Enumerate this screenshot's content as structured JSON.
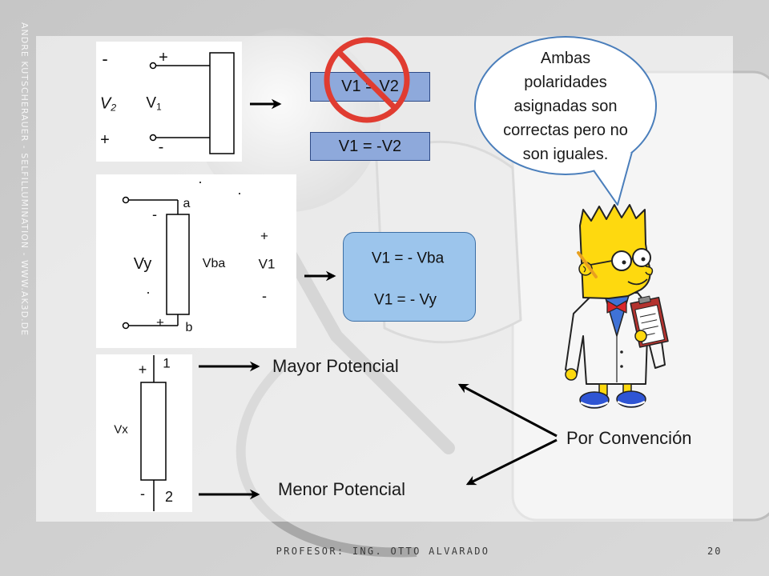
{
  "slide": {
    "side_credit": "ANDRE KUTSCHERAUER - SELFILLUMINATION - WWW.AK3D.DE",
    "footer_text": "PROFESOR: ING. OTTO ALVARADO",
    "page_number": "20"
  },
  "circuit1": {
    "minus_top": "-",
    "plus_top": "+",
    "v2_symbol": "V",
    "v2_sub": "2",
    "v1_symbol": "V",
    "v1_sub": "1",
    "plus_bottom": "+",
    "minus_bottom": "-"
  },
  "equations_top": {
    "equal": "V1 = V2",
    "negative": "V1 = -V2"
  },
  "circuit2": {
    "node_a": "a",
    "minus_a": "-",
    "vy": "Vy",
    "vba": "Vba",
    "v1": "V1",
    "plus_right": "+",
    "minus_right": "-",
    "plus_b": "+",
    "node_b": "b"
  },
  "equations_mid": {
    "line1": "V1 = - Vba",
    "line2": "V1 = - Vy"
  },
  "circuit3": {
    "plus": "+",
    "node1": "1",
    "vx": "Vx",
    "minus": "-",
    "node2": "2"
  },
  "labels": {
    "mayor": "Mayor Potencial",
    "menor": "Menor Potencial",
    "convencion": "Por Convención"
  },
  "bubble": {
    "lines": [
      "Ambas",
      "polaridades",
      "asignadas son",
      "correctas pero no",
      "son iguales."
    ]
  },
  "colors": {
    "equation_box": "#8ea9db",
    "equation_box_light": "#9cc5ec",
    "prohibition_red": "#e03c31",
    "bubble_border": "#4a7ebb",
    "character_skin": "#fed90f"
  },
  "icons": {
    "prohibition": "prohibition-icon",
    "arrows": "arrow-right-icon"
  }
}
